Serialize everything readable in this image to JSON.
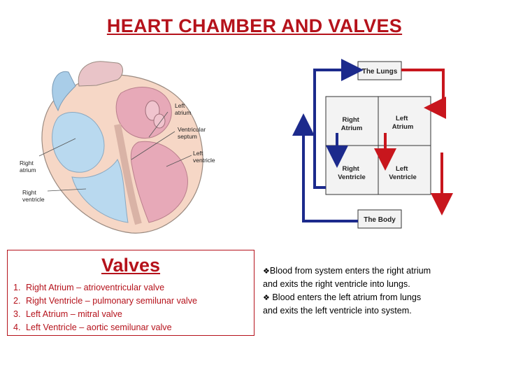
{
  "title": "HEART CHAMBER AND VALVES",
  "heart_labels": {
    "left_atrium": [
      "Left",
      "atrium"
    ],
    "ventricular_septum": [
      "Ventricular",
      "septum"
    ],
    "left_ventricle": [
      "Left",
      "ventricle"
    ],
    "right_atrium": [
      "Right",
      "atrium"
    ],
    "right_ventricle": [
      "Right",
      "ventricle"
    ]
  },
  "flow": {
    "lungs": "The Lungs",
    "body": "The Body",
    "right_atrium": [
      "Right",
      "Atrium"
    ],
    "left_atrium": [
      "Left",
      "Atrium"
    ],
    "right_ventricle": [
      "Right",
      "Ventricle"
    ],
    "left_ventricle": [
      "Left",
      "Ventricle"
    ]
  },
  "valves": {
    "heading": "Valves",
    "items": [
      {
        "num": "1.",
        "text": "Right Atrium – atrioventricular valve"
      },
      {
        "num": "2.",
        "text": "Right Ventricle – pulmonary semilunar valve"
      },
      {
        "num": "3.",
        "text": "Left Atrium – mitral valve"
      },
      {
        "num": "4.",
        "text": "Left Ventricle – aortic semilunar valve"
      }
    ]
  },
  "notes": [
    {
      "bullet": "❖",
      "lines": [
        "Blood from system enters the right atrium",
        "and exits the right ventricle into lungs."
      ]
    },
    {
      "bullet": "❖",
      "lines": [
        " Blood enters the left atrium from lungs",
        "and exits the left ventricle into system."
      ]
    }
  ],
  "colors": {
    "title": "#b5121b",
    "deoxygenated": "#1c2a8c",
    "oxygenated": "#c8161d",
    "heart_blue": "#b9d9ef",
    "heart_pink": "#e7a9b8"
  }
}
